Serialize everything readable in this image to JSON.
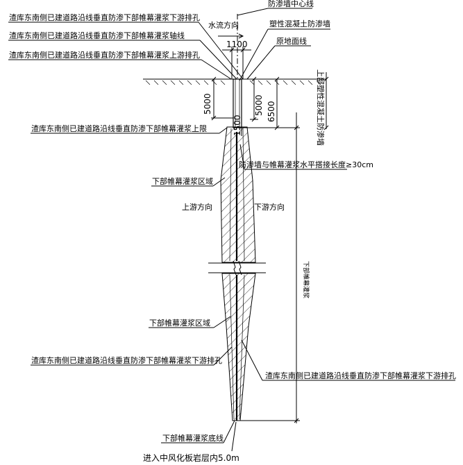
{
  "labels": {
    "left_1": "渣库东南侧已建道路沿线垂直防渗下部帷幕灌浆下游排孔",
    "left_2": "渣库东南侧已建道路沿线垂直防渗下部帷幕灌浆轴线",
    "left_3": "渣库东南侧已建道路沿线垂直防渗下部帷幕灌浆上游排孔",
    "left_4": "渣库东南侧已建道路沿线垂直防渗下部帷幕灌浆上限",
    "zone_upper": "下部帷幕灌浆区域",
    "upstream": "上游方向",
    "downstream": "下游方向",
    "zone_lower": "下部帷幕灌浆区域",
    "left_5": "渣库东南侧已建道路沿线垂直防渗下部帷幕灌浆下游排孔",
    "right_bottom": "渣库东南侧已建道路沿线垂直防渗下部帷幕灌浆下游排孔",
    "bottom_1": "下部帷幕灌浆底线",
    "bottom_2": "进入中风化板岩层内5.0m",
    "water_flow": "水流方向",
    "top_1": "防渗墙中心线",
    "top_2": "塑性混凝土防渗墙",
    "top_3": "原地面线",
    "overlap": "防渗墙与帷幕灌浆水平搭接长度≥30cm",
    "vertical_wall": "上部塑性混凝土防渗墙",
    "vertical_grout": "下部帷幕灌浆"
  },
  "dims": {
    "d1100": "1100",
    "d5000_left": "5000",
    "d5000_right": "5000",
    "d6500": "6500",
    "d1500": "1500"
  }
}
